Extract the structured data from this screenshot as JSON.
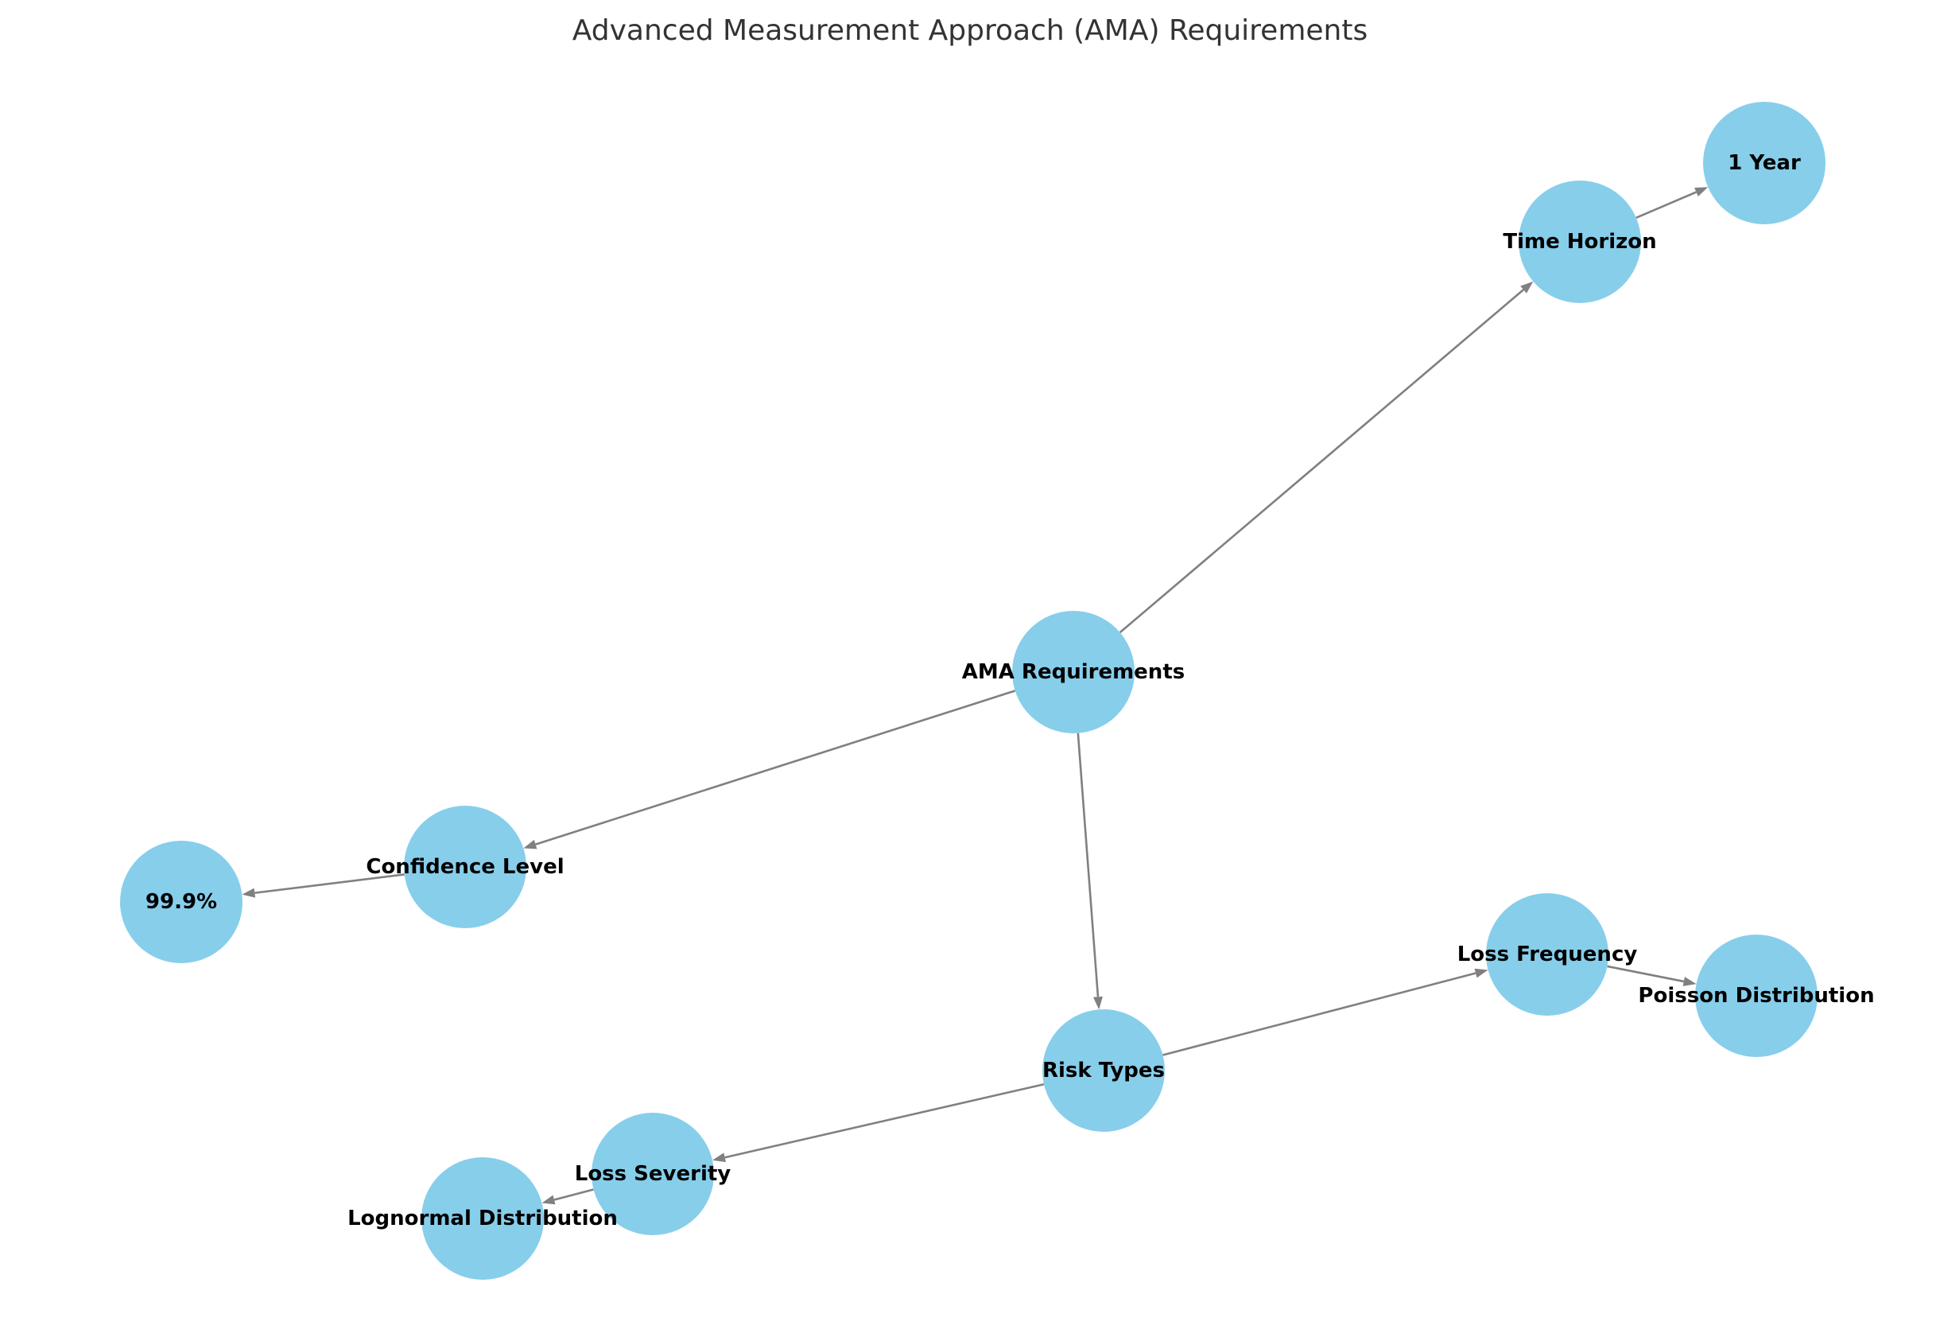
{
  "title": "Advanced Measurement Approach (AMA) Requirements",
  "colors": {
    "node_fill": "#87CEEB",
    "edge": "#808080",
    "label": "#000000",
    "title": "#333333"
  },
  "nodes": [
    {
      "id": "ama",
      "label": "AMA Requirements"
    },
    {
      "id": "time",
      "label": "Time Horizon"
    },
    {
      "id": "year",
      "label": "1 Year"
    },
    {
      "id": "conf",
      "label": "Confidence Level"
    },
    {
      "id": "pct",
      "label": "99.9%"
    },
    {
      "id": "risk",
      "label": "Risk Types"
    },
    {
      "id": "freq",
      "label": "Loss Frequency"
    },
    {
      "id": "poisson",
      "label": "Poisson Distribution"
    },
    {
      "id": "sev",
      "label": "Loss Severity"
    },
    {
      "id": "lognormal",
      "label": "Lognormal Distribution"
    }
  ],
  "edges": [
    {
      "from": "ama",
      "to": "time"
    },
    {
      "from": "time",
      "to": "year"
    },
    {
      "from": "ama",
      "to": "conf"
    },
    {
      "from": "conf",
      "to": "pct"
    },
    {
      "from": "ama",
      "to": "risk"
    },
    {
      "from": "risk",
      "to": "freq"
    },
    {
      "from": "freq",
      "to": "poisson"
    },
    {
      "from": "risk",
      "to": "sev"
    },
    {
      "from": "sev",
      "to": "lognormal"
    }
  ]
}
